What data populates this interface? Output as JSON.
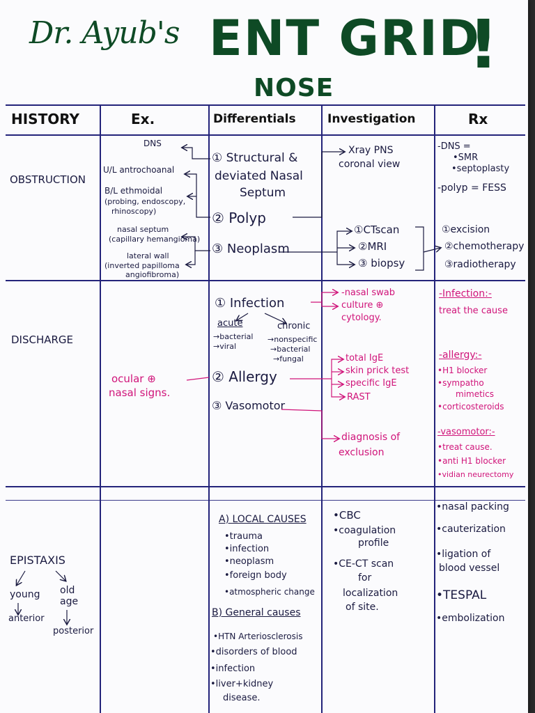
{
  "header": {
    "author": "Dr. Ayub's",
    "title": "ENT GRID",
    "exclamation": "!",
    "subtitle": "NOSE"
  },
  "columns": [
    "HISTORY",
    "Ex.",
    "Differentials",
    "Investigation",
    "Rx"
  ],
  "obstruction": {
    "history": "OBSTRUCTION",
    "exam": {
      "dns": "DNS",
      "ul_antrochoanal": "U/L antrochoanal",
      "bl_ethmoidal": "B/L ethmoidal",
      "bl_ethmoidal_sub1": "(probing, endoscopy,",
      "bl_ethmoidal_sub2": "rhinoscopy)",
      "nasal_septum": "nasal septum",
      "nasal_septum_sub": "(capillary hemangioma)",
      "lateral_wall": "lateral wall",
      "lateral_wall_sub1": "(inverted papilloma",
      "lateral_wall_sub2": "angiofibroma)"
    },
    "differentials": {
      "d1_line1": "① Structural &",
      "d1_line2": "deviated Nasal",
      "d1_line3": "Septum",
      "d2": "② Polyp",
      "d3": "③ Neoplasm"
    },
    "investigation": {
      "xray_line1": "Xray PNS",
      "xray_line2": "coronal view",
      "ct": "①CTscan",
      "mri": "②MRI",
      "biopsy": "③ biopsy"
    },
    "rx": {
      "dns": "-DNS =",
      "smr": "•SMR",
      "septoplasty": "•septoplasty",
      "polyp": "-polyp = FESS",
      "excision": "①excision",
      "chemo": "②chemotherapy",
      "radio": "③radiotherapy"
    }
  },
  "discharge": {
    "history": "DISCHARGE",
    "exam_line1": "ocular ⊕",
    "exam_line2": "nasal signs.",
    "differentials": {
      "infection": "① Infection",
      "acute": "acute",
      "chronic": "chronic",
      "bacterial": "→bacterial",
      "viral": "→viral",
      "nonspecific": "→nonspecific",
      "chronic_bacterial": "→bacterial",
      "fungal": "→fungal",
      "allergy": "② Allergy",
      "vasomotor": "③ Vasomotor"
    },
    "investigation": {
      "swab": "-nasal swab",
      "culture": "culture ⊕",
      "cytology": "cytology.",
      "ige": "total IgE",
      "skin": "skin prick test",
      "specific": "specific IgE",
      "rast": "RAST",
      "diag_line1": "diagnosis of",
      "diag_line2": "exclusion"
    },
    "rx": {
      "infection_head": "-Infection:-",
      "infection_body": "treat the cause",
      "allergy_head": "-allergy:-",
      "h1": "•H1 blocker",
      "sympatho_line1": "•sympatho",
      "sympatho_line2": "mimetics",
      "cortico": "•corticosteroids",
      "vaso_head": "-vasomotor:-",
      "treat": "•treat cause.",
      "antih1": "•anti H1 blocker",
      "vidian": "•vidian neurectomy"
    }
  },
  "epistaxis": {
    "history": "EPISTAXIS",
    "young": "young",
    "old_line1": "old",
    "old_line2": "age",
    "anterior": "anterior",
    "posterior": "posterior",
    "differentials": {
      "local_head": "A) LOCAL CAUSES",
      "trauma": "•trauma",
      "infection": "•infection",
      "neoplasm": "•neoplasm",
      "foreign": "•foreign body",
      "atmos": "•atmospheric change",
      "general_head": "B) General causes",
      "htn": "•HTN Arteriosclerosis",
      "blood": "•disorders of blood",
      "infection2": "•infection",
      "liver_line1": "•liver+kidney",
      "liver_line2": "disease."
    },
    "investigation": {
      "cbc": "•CBC",
      "coag_line1": "•coagulation",
      "coag_line2": "profile",
      "ct_line1": "•CE-CT scan",
      "ct_line2": "for",
      "ct_line3": "localization",
      "ct_line4": "of site."
    },
    "rx": {
      "packing": "•nasal packing",
      "cauter": "•cauterization",
      "ligation_line1": "•ligation of",
      "ligation_line2": "blood vessel",
      "tespal": "•TESPAL",
      "embol": "•embolization"
    }
  }
}
